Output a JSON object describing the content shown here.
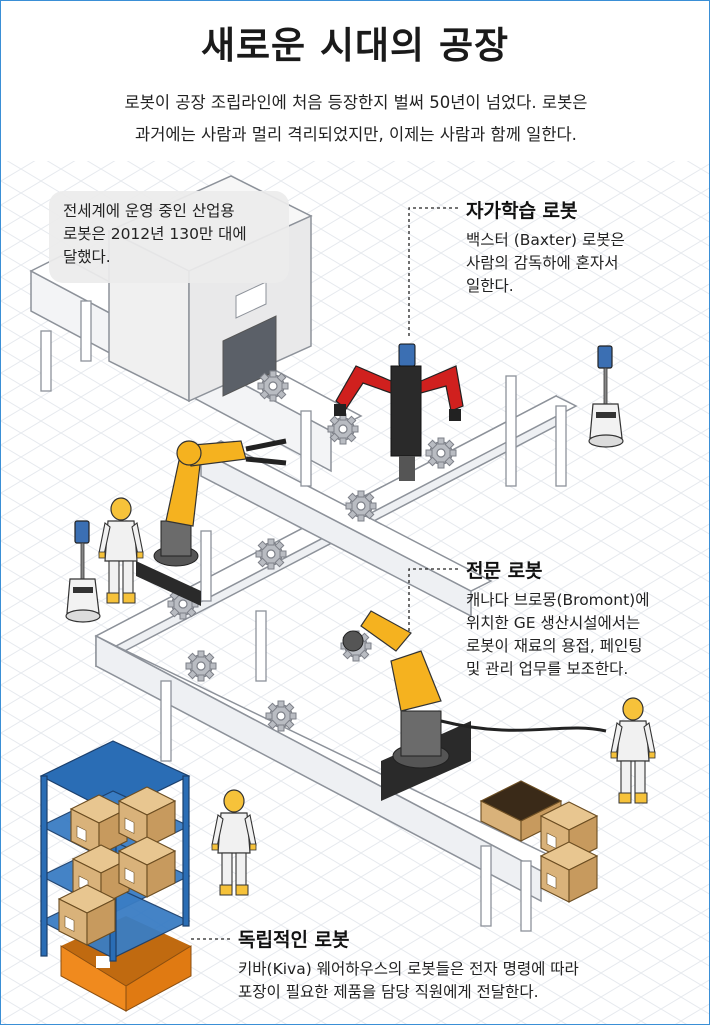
{
  "title": "새로운 시대의 공장",
  "intro": {
    "line1": "로봇이 공장 조립라인에 처음 등장한지 벌써 50년이 넘었다. 로봇은",
    "line2": "과거에는 사람과 멀리 격리되었지만, 이제는 사람과 함께 일한다."
  },
  "note": "전세계에 운영 중인 산업용\n로봇은 2012년 130만 대에\n달했다.",
  "callouts": {
    "self_learning": {
      "heading": "자가학습 로봇",
      "body": "백스터 (Baxter) 로봇은\n사람의 감독하에 혼자서\n일한다."
    },
    "specialist": {
      "heading": "전문 로봇",
      "body": "캐나다 브로몽(Bromont)에\n위치한 GE 생산시설에서는\n로봇이 재료의 용접, 페인팅\n및 관리 업무를 보조한다."
    },
    "independent": {
      "heading": "독립적인 로봇",
      "body": "키바(Kiva) 웨어하우스의 로봇들은 전자 명령에 따라\n포장이 필요한 제품을 담당 직원에게 전달한다."
    }
  },
  "colors": {
    "robot_yellow": "#f5b21f",
    "baxter_red": "#d0201e",
    "kiva_orange": "#f08a1e",
    "shelf_blue": "#2a6db5",
    "box_tan": "#d9b27a",
    "frame_border": "#3a8fd6"
  },
  "icons": [
    "gear-icon",
    "hazmat-worker-icon",
    "telepresence-robot-icon",
    "industrial-arm-icon",
    "baxter-robot-icon",
    "kiva-robot-icon",
    "cardboard-box-icon"
  ]
}
